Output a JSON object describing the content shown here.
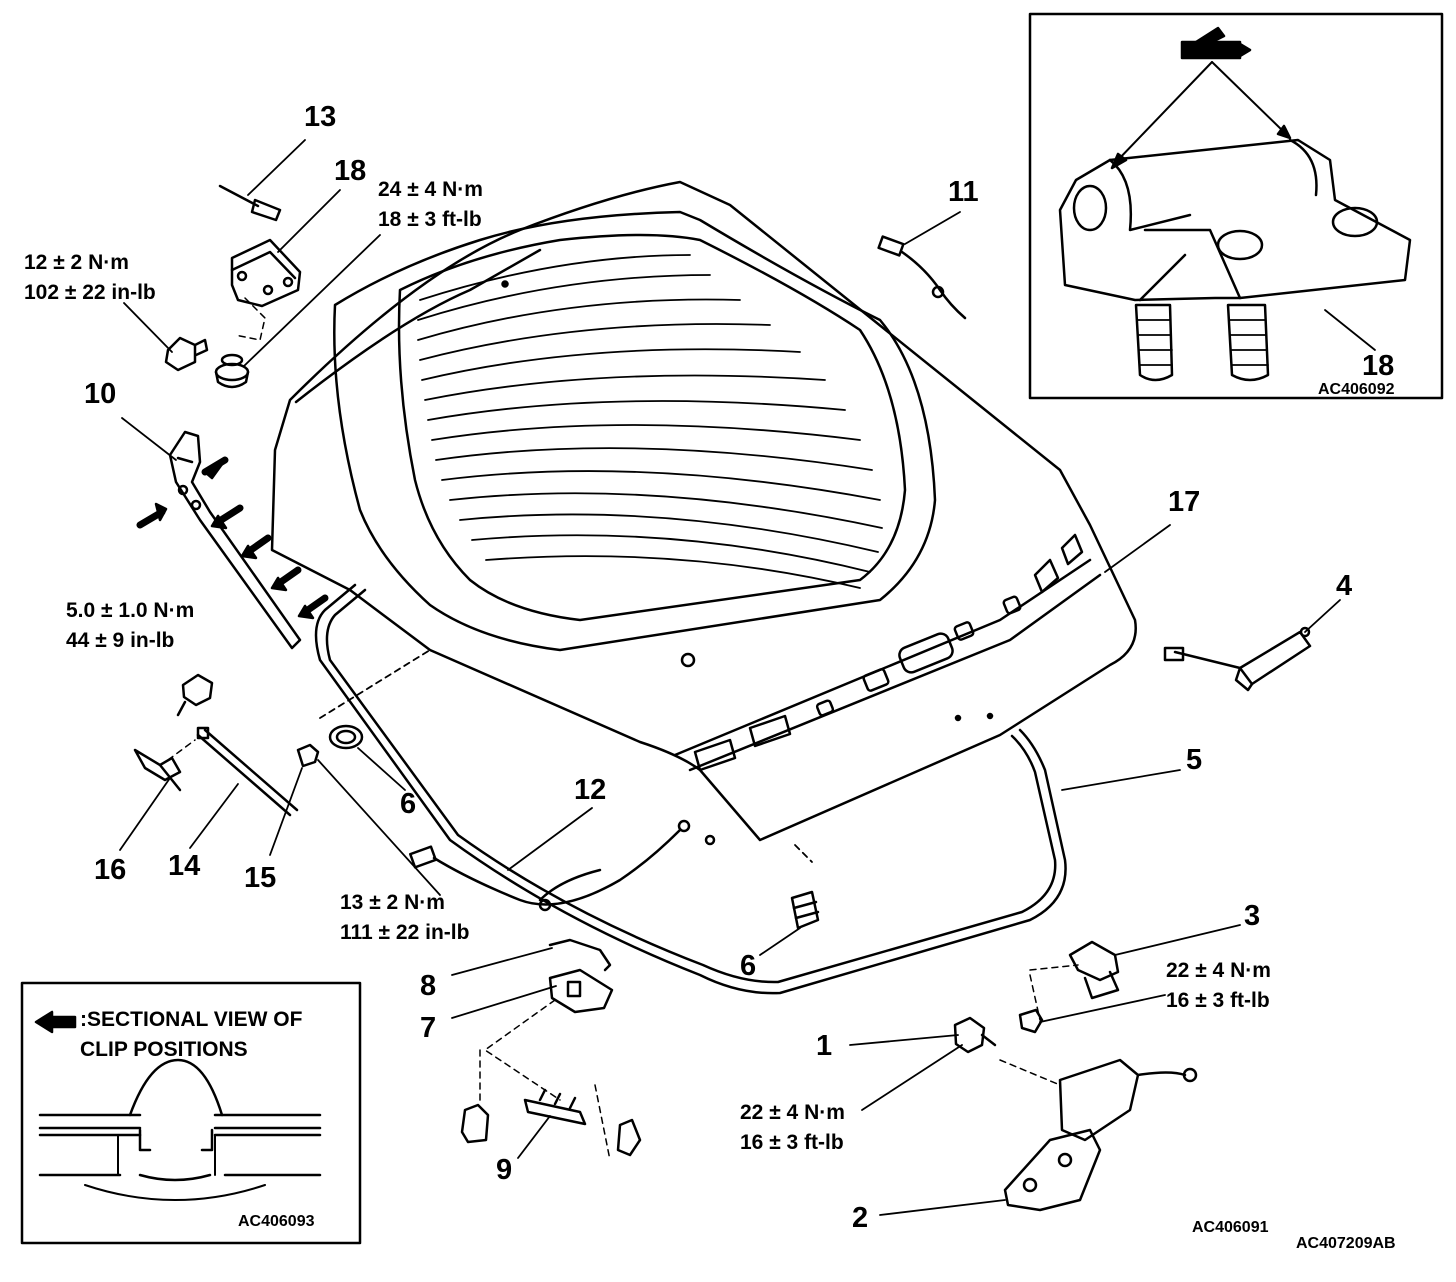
{
  "callouts": {
    "n1": "1",
    "n2": "2",
    "n3": "3",
    "n4": "4",
    "n5": "5",
    "n6a": "6",
    "n6b": "6",
    "n7": "7",
    "n8": "8",
    "n9": "9",
    "n10": "10",
    "n11": "11",
    "n12": "12",
    "n13": "13",
    "n14": "14",
    "n15": "15",
    "n16": "16",
    "n17": "17",
    "n18a": "18",
    "n18b": "18"
  },
  "torques": {
    "hinge_bolt_nm": "12 ± 2 N·m",
    "hinge_bolt_inlb": "102 ± 22 in-lb",
    "hinge_nut_nm": "24 ± 4 N·m",
    "hinge_nut_ftlb": "18 ± 3 ft-lb",
    "stay_ball_nm": "5.0 ± 1.0 N·m",
    "stay_ball_inlb": "44 ± 9 in-lb",
    "stay_lower_nm": "13 ± 2 N·m",
    "stay_lower_inlb": "111 ± 22 in-lb",
    "striker_nm": "22 ± 4 N·m",
    "striker_ftlb": "16 ± 3 ft-lb",
    "latch_nm": "22 ± 4 N·m",
    "latch_ftlb": "16 ± 3 ft-lb"
  },
  "legend": {
    "line1": ":SECTIONAL VIEW OF",
    "line2": "CLIP POSITIONS"
  },
  "codes": {
    "inset_hinge": "AC406092",
    "inset_clip": "AC406093",
    "main": "AC406091",
    "figure": "AC407209AB"
  }
}
